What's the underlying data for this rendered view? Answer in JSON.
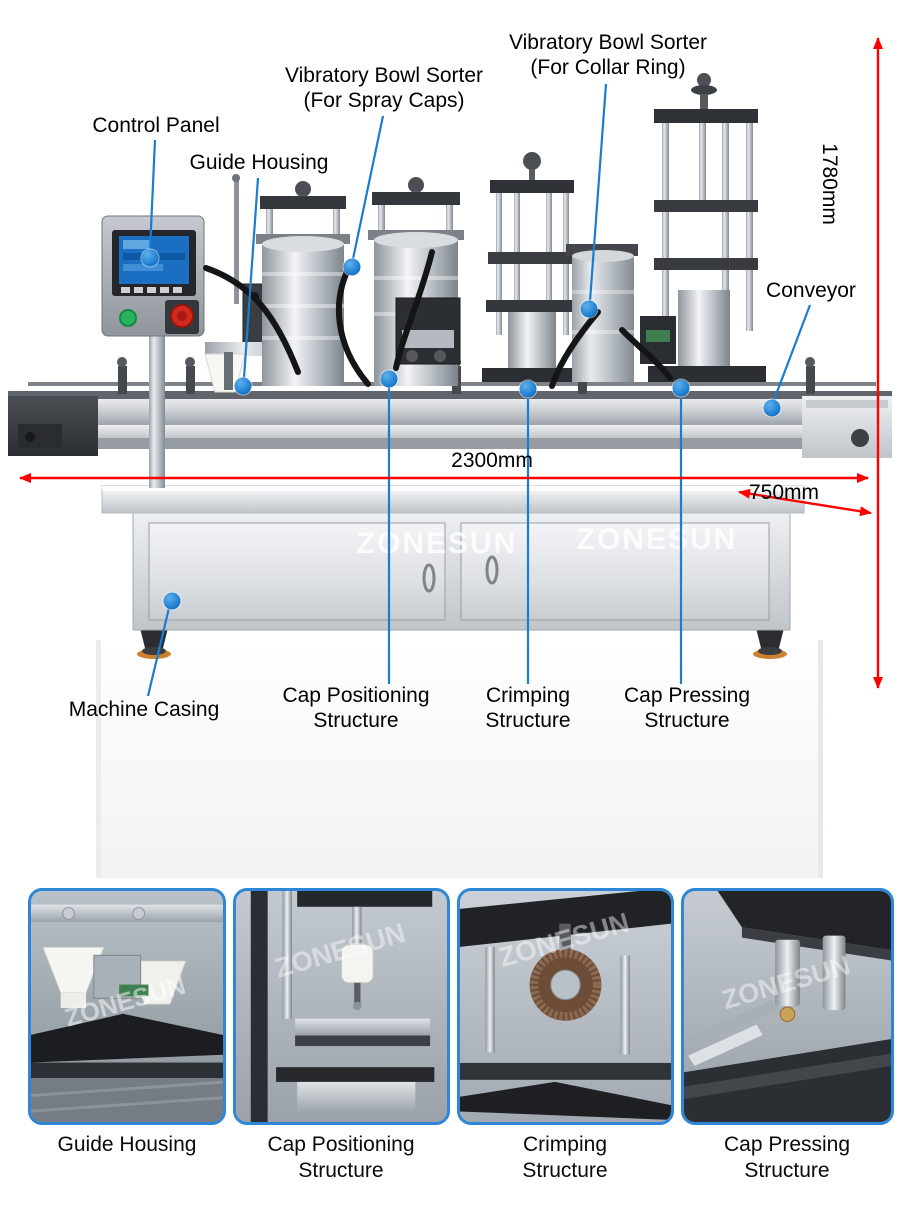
{
  "brand": "ZONESUN",
  "colors": {
    "callout_blue": "#1b7cd0",
    "dimension_red": "#fe0000",
    "panel_border": "#2e86d6",
    "screen_blue": "#1a6fc2"
  },
  "hero": {
    "labels": {
      "control_panel": "Control Panel",
      "guide_housing": "Guide Housing",
      "vibratory_spray": {
        "line1": "Vibratory Bowl Sorter",
        "line2": "(For Spray Caps)"
      },
      "vibratory_collar": {
        "line1": "Vibratory Bowl Sorter",
        "line2": "(For Collar Ring)"
      },
      "conveyor": "Conveyor",
      "machine_casing": "Machine Casing",
      "cap_positioning": {
        "line1": "Cap Positioning",
        "line2": "Structure"
      },
      "crimping": {
        "line1": "Crimping",
        "line2": "Structure"
      },
      "cap_pressing": {
        "line1": "Cap Pressing",
        "line2": "Structure"
      }
    },
    "dimensions": {
      "height": "1780mm",
      "length": "2300mm",
      "depth": "750mm"
    }
  },
  "details": {
    "panels": [
      {
        "label": "Guide Housing"
      },
      {
        "label": "Cap Positioning Structure"
      },
      {
        "label": "Crimping Structure"
      },
      {
        "label": "Cap Pressing Structure"
      }
    ]
  }
}
